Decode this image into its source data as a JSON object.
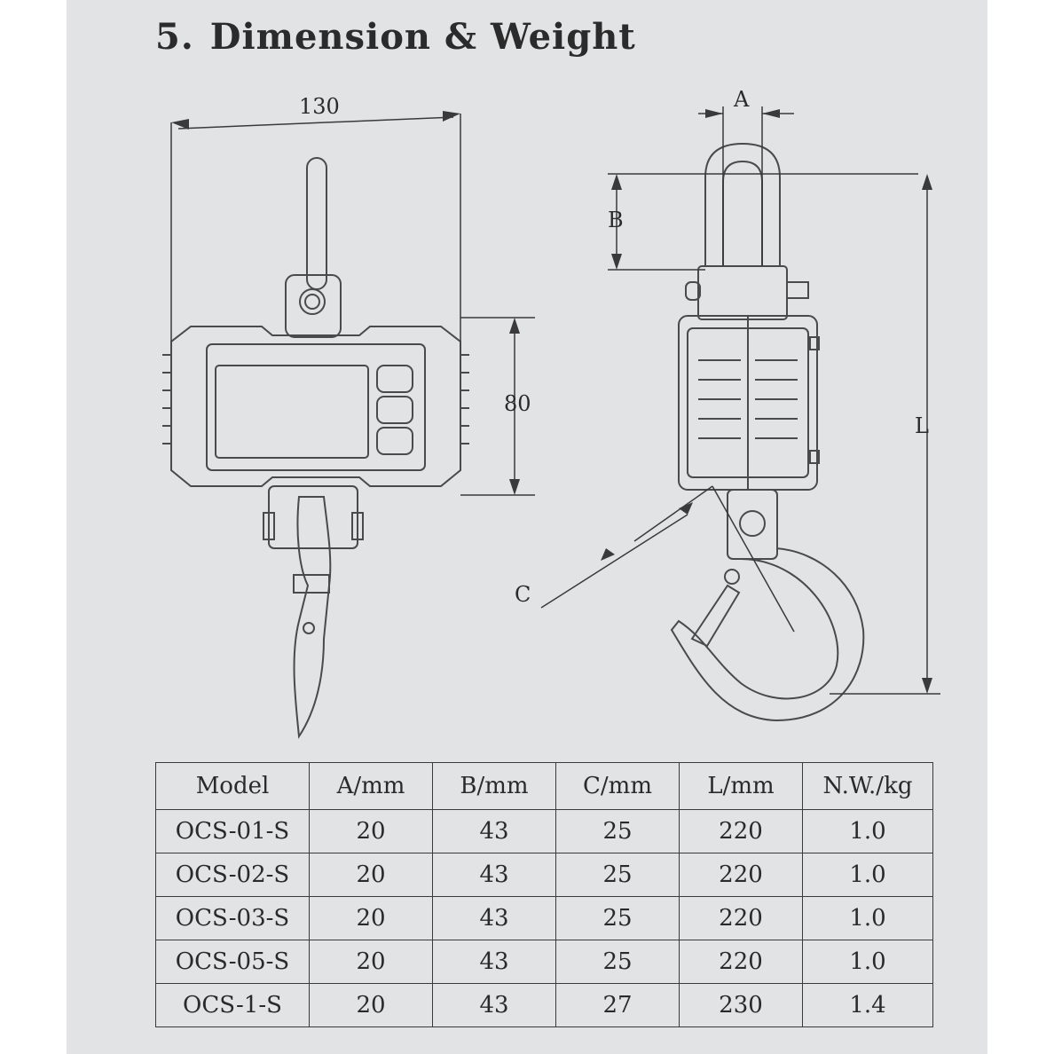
{
  "heading": {
    "number": "5.",
    "title": "Dimension & Weight"
  },
  "drawing": {
    "width_label": "130",
    "height_label": "80",
    "dim_a": "A",
    "dim_b": "B",
    "dim_c": "C",
    "dim_l": "L"
  },
  "table": {
    "headers": [
      "Model",
      "A/mm",
      "B/mm",
      "C/mm",
      "L/mm",
      "N.W./kg"
    ],
    "rows": [
      [
        "OCS-01-S",
        "20",
        "43",
        "25",
        "220",
        "1.0"
      ],
      [
        "OCS-02-S",
        "20",
        "43",
        "25",
        "220",
        "1.0"
      ],
      [
        "OCS-03-S",
        "20",
        "43",
        "25",
        "220",
        "1.0"
      ],
      [
        "OCS-05-S",
        "20",
        "43",
        "25",
        "220",
        "1.0"
      ],
      [
        "OCS-1-S",
        "20",
        "43",
        "27",
        "230",
        "1.4"
      ]
    ]
  }
}
